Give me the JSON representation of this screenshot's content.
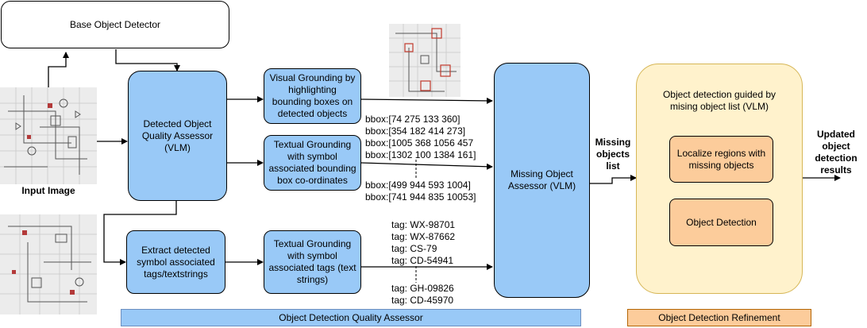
{
  "nodes": {
    "base_detector": "Base Object Detector",
    "input_label": "Input Image",
    "quality_assessor": "Detected Object Quality Assessor (VLM)",
    "visual_grounding": "Visual Grounding by highlighting bounding boxes on detected objects",
    "textual_grounding_bbox": "Textual  Grounding with symbol associated bounding box co-ordinates",
    "extract_tags": "Extract detected symbol associated tags/textstrings",
    "textual_grounding_tags": "Textual  Grounding with symbol associated tags (text strings)",
    "missing_assessor": "Missing Object Assessor (VLM)",
    "missing_list_label": "Missing objects list",
    "refinement_title": "Object detection guided by mising object list (VLM)",
    "localize": "Localize regions with missing objects",
    "object_detection": "Object Detection",
    "updated_results": "Updated object detection results"
  },
  "bbox_list_top": [
    "bbox:[74 275 133 360]",
    "bbox:[354 182 414 273]",
    "bbox:[1005 368 1056 457",
    "bbox:[1302 100 1384 161]"
  ],
  "bbox_list_bottom": [
    "bbox:[499 944 593 1004]",
    "bbox:[741 944 835 10053]"
  ],
  "tag_list_top": [
    "tag: WX-98701",
    "tag: WX-87662",
    "tag: CS-79",
    "tag: CD-54941"
  ],
  "tag_list_bottom": [
    "tag: GH-09826",
    "tag: CD-45970"
  ],
  "sections": {
    "quality_assessor": "Object Detection Quality Assessor",
    "refinement": "Object Detection Refinement"
  },
  "colors": {
    "blue_box": "#99c9f7",
    "orange_box": "#fccc9b",
    "refine_panel": "#fff2cc",
    "refine_border": "#d6b656"
  }
}
